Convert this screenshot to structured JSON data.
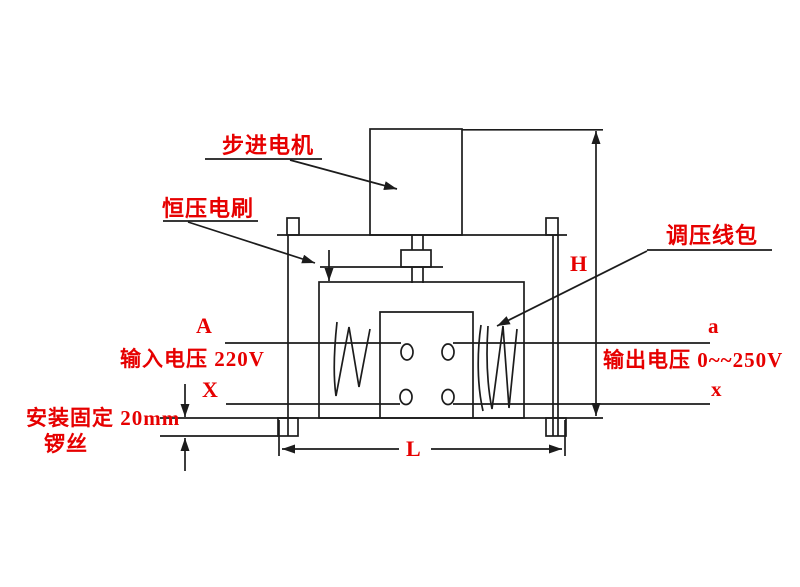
{
  "colors": {
    "background": "#ffffff",
    "line": "#1c1c1c",
    "label": "#e60000"
  },
  "labels": {
    "stepper_motor": "步进电机",
    "constant_voltage_brush": "恒压电刷",
    "voltage_regulating_coil": "调压线包",
    "terminal_A": "A",
    "input_voltage": "输入电压 220V",
    "terminal_X": "X",
    "mounting_line1": "安装固定 20mm",
    "mounting_line2": "锣丝",
    "terminal_a": "a",
    "output_voltage": "输出电压 0~~250V",
    "terminal_x": "x",
    "dim_height": "H",
    "dim_length": "L"
  }
}
